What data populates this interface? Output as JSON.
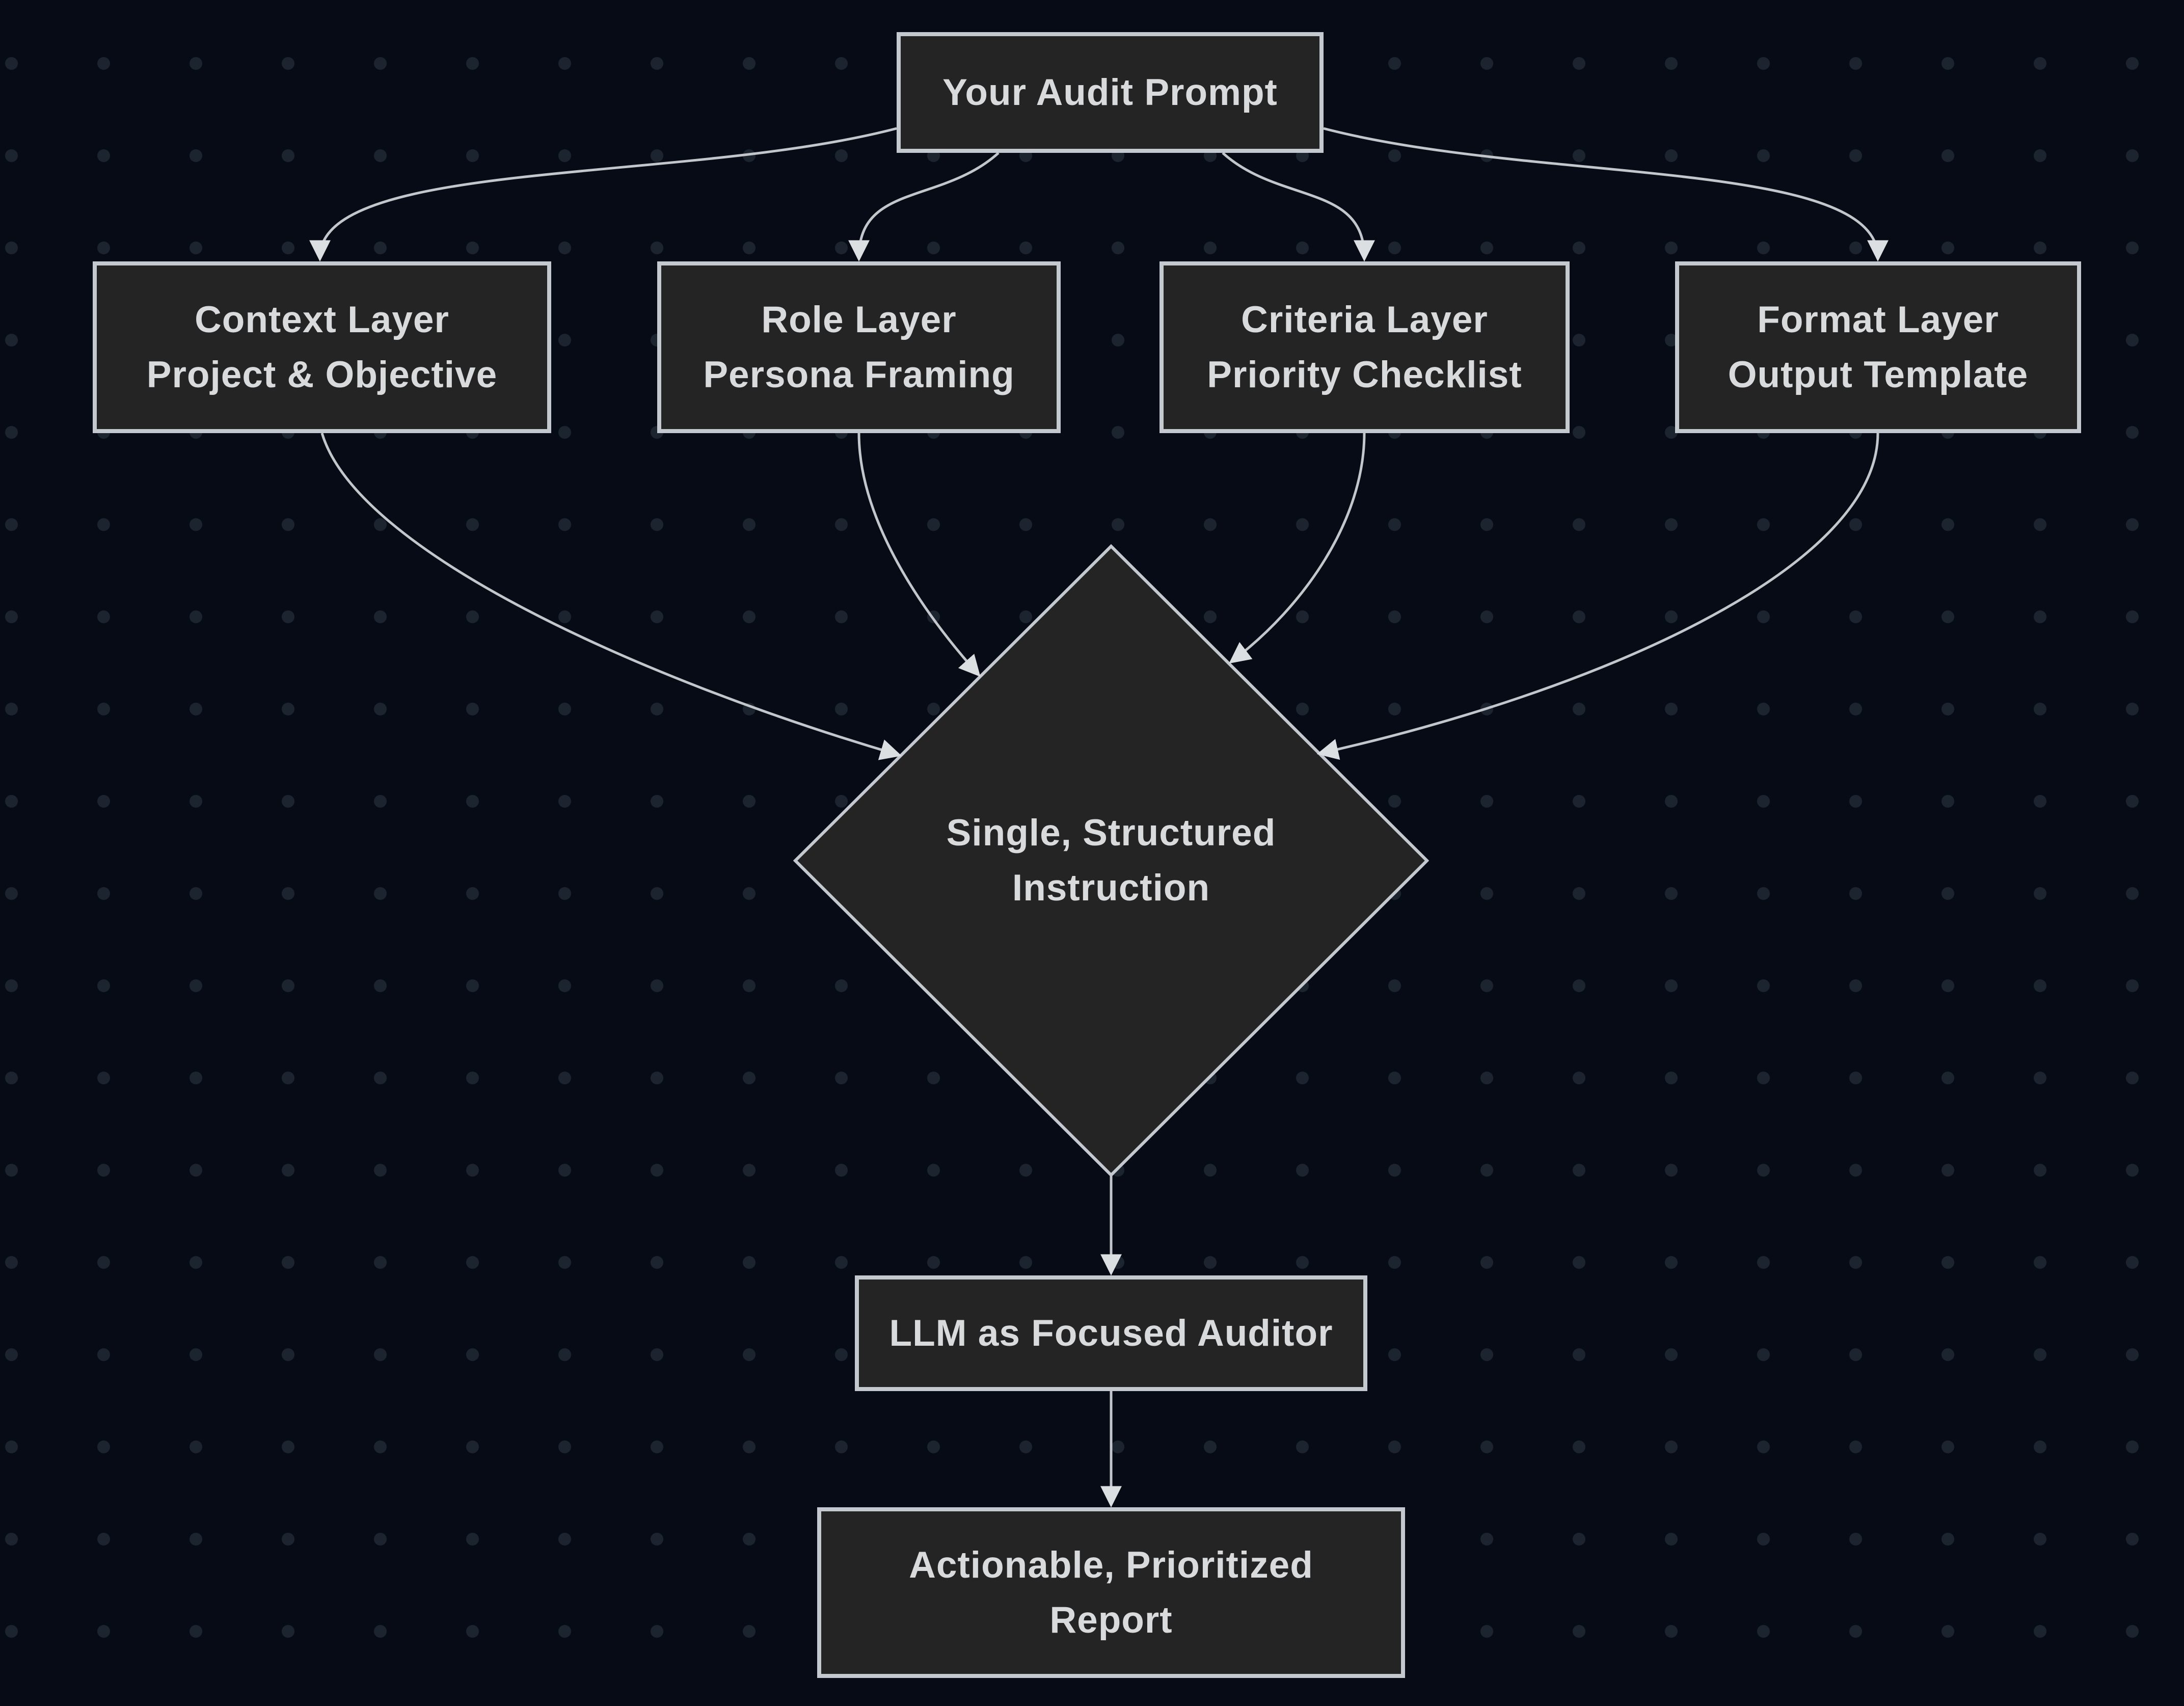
{
  "diagram": {
    "type": "flowchart",
    "direction": "top-down",
    "colors": {
      "background": "#070b16",
      "grid_dot": "#1c2430",
      "node_fill": "#242425",
      "node_border": "#c3c9cf",
      "node_text": "#d8dadc",
      "edge_line": "#c3c7cb",
      "arrowhead": "#dcdfe2"
    },
    "nodes": {
      "prompt": {
        "label": "Your Audit Prompt"
      },
      "context": {
        "line1": "Context Layer",
        "line2": "Project & Objective"
      },
      "role": {
        "line1": "Role Layer",
        "line2": "Persona Framing"
      },
      "criteria": {
        "line1": "Criteria Layer",
        "line2": "Priority Checklist"
      },
      "format": {
        "line1": "Format Layer",
        "line2": "Output Template"
      },
      "instruction": {
        "line1": "Single, Structured",
        "line2": "Instruction",
        "shape": "diamond"
      },
      "llm": {
        "label": "LLM as Focused Auditor"
      },
      "report": {
        "line1": "Actionable, Prioritized",
        "line2": "Report"
      }
    },
    "edges": [
      {
        "from": "prompt",
        "to": "context"
      },
      {
        "from": "prompt",
        "to": "role"
      },
      {
        "from": "prompt",
        "to": "criteria"
      },
      {
        "from": "prompt",
        "to": "format"
      },
      {
        "from": "context",
        "to": "instruction"
      },
      {
        "from": "role",
        "to": "instruction"
      },
      {
        "from": "criteria",
        "to": "instruction"
      },
      {
        "from": "format",
        "to": "instruction"
      },
      {
        "from": "instruction",
        "to": "llm"
      },
      {
        "from": "llm",
        "to": "report"
      }
    ]
  }
}
